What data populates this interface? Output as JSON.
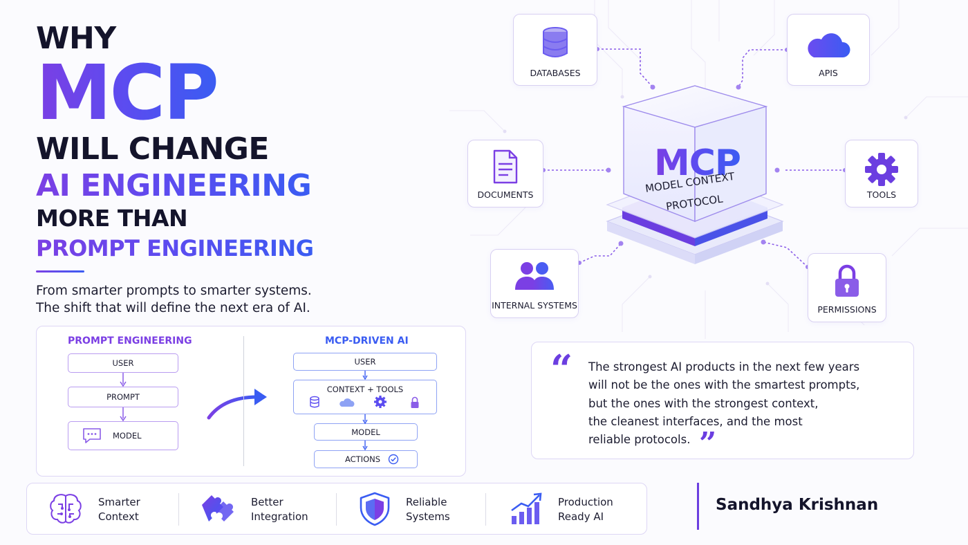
{
  "headline": {
    "line1": "WHY",
    "line2": "MCP",
    "line3": "WILL CHANGE",
    "line4": "AI ENGINEERING",
    "line5": "MORE THAN",
    "line6": "PROMPT ENGINEERING"
  },
  "subtitle": {
    "line1": "From smarter prompts to smarter systems.",
    "line2": "The shift that will define the next era of AI."
  },
  "comparison": {
    "prompt_engineering": {
      "title": "PROMPT ENGINEERING",
      "steps": [
        "USER",
        "PROMPT",
        "MODEL"
      ]
    },
    "mcp_driven": {
      "title": "MCP-DRIVEN AI",
      "steps": [
        "USER",
        "CONTEXT + TOOLS",
        "MODEL",
        "ACTIONS"
      ],
      "context_icons": [
        "database-icon",
        "cloud-icon",
        "gear-icon",
        "lock-icon"
      ]
    }
  },
  "features": [
    {
      "line1": "Smarter",
      "line2": "Context",
      "icon": "brain-icon"
    },
    {
      "line1": "Better",
      "line2": "Integration",
      "icon": "puzzle-icon"
    },
    {
      "line1": "Reliable",
      "line2": "Systems",
      "icon": "shield-icon"
    },
    {
      "line1": "Production",
      "line2": "Ready AI",
      "icon": "growth-chart-icon"
    }
  ],
  "author": "Sandhya Krishnan",
  "hub": {
    "title": "MCP",
    "subtitle_line1": "MODEL CONTEXT",
    "subtitle_line2": "PROTOCOL"
  },
  "nodes": {
    "databases": "DATABASES",
    "apis": "APIS",
    "documents": "DOCUMENTS",
    "tools": "TOOLS",
    "internal_systems": "INTERNAL SYSTEMS",
    "permissions": "PERMISSIONS"
  },
  "quote": {
    "open_mark": "“",
    "close_mark": "”",
    "lines": [
      "The strongest AI products in the next few years",
      "will not be the ones with the smartest prompts,",
      "but the ones with the strongest context,",
      "the cleanest interfaces, and the most",
      "reliable protocols."
    ]
  },
  "colors": {
    "primary_purple": "#6b3ee0",
    "primary_blue": "#3a5cf2",
    "text_dark": "#14142b"
  }
}
